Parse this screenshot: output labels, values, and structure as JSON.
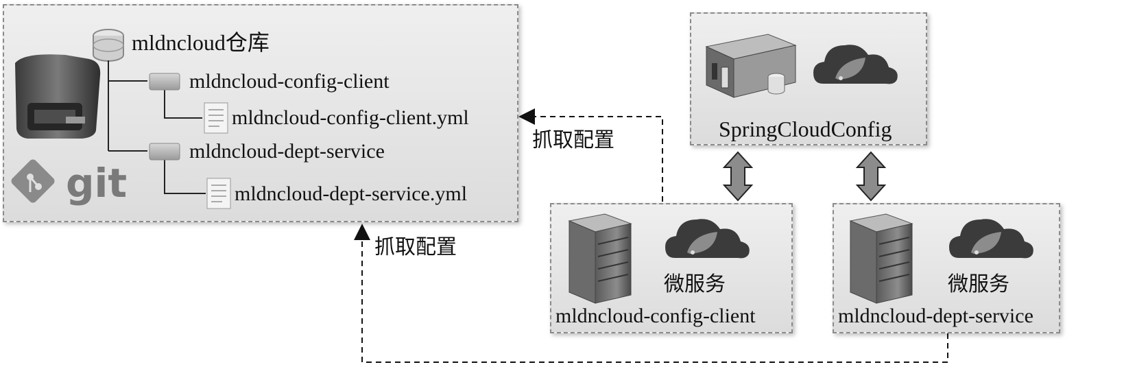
{
  "repo": {
    "title": "mldncloud仓库",
    "folders": [
      {
        "name": "mldncloud-config-client",
        "file": "mldncloud-config-client.yml"
      },
      {
        "name": "mldncloud-dept-service",
        "file": "mldncloud-dept-service.yml"
      }
    ],
    "logo_text": "git"
  },
  "config_server": {
    "label": "SpringCloudConfig"
  },
  "services": [
    {
      "label": "微服务",
      "name": "mldncloud-config-client"
    },
    {
      "label": "微服务",
      "name": "mldncloud-dept-service"
    }
  ],
  "edges": [
    {
      "label": "抓取配置",
      "from": "mldncloud-config-client",
      "to": "mldncloud-config-client.yml"
    },
    {
      "label": "抓取配置",
      "from": "mldncloud-dept-service",
      "to": "mldncloud仓库"
    }
  ],
  "icons": [
    "server-tower-icon",
    "database-icon",
    "folder-icon",
    "document-icon",
    "git-logo-icon",
    "rack-server-icon",
    "spring-cloud-icon",
    "server-stack-icon",
    "double-arrow-icon"
  ]
}
